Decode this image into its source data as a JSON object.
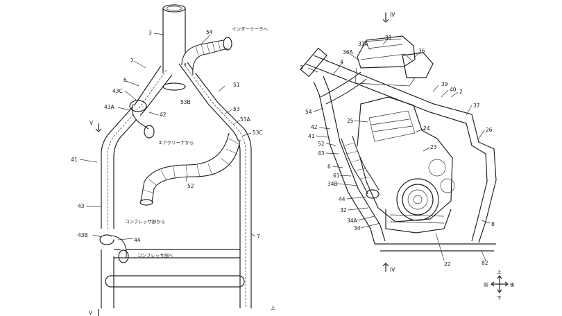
{
  "left_figure": {
    "labels": {
      "l3": "3",
      "l54": "54",
      "l2": "2",
      "l6": "6",
      "l51": "51",
      "l43C": "43C",
      "l43A": "43A",
      "l42": "42",
      "l53B": "53B",
      "l53": "53",
      "l53A": "53A",
      "l53C": "53C",
      "lV": "V",
      "l41": "41",
      "l52": "52",
      "l43": "43",
      "l43B": "43B",
      "l44": "44",
      "l7": "7",
      "lVbot": "V"
    },
    "notes": {
      "intercooler": "インタークーラへ",
      "air_cleaner": "エアクリーナから",
      "compressor_from": "コンプレッサ部から",
      "compressor_to": "コンプレッサ部へ"
    },
    "direction_up": "上"
  },
  "right_figure": {
    "labels": {
      "lIV": "IV",
      "l31": "31",
      "l31A": "31A",
      "l36A": "36A",
      "l36": "36",
      "l3": "3",
      "l4": "4",
      "l39": "39",
      "l40": "40",
      "l2": "2",
      "l37": "37",
      "l54": "54",
      "l25": "25",
      "l24": "24",
      "l26": "26",
      "l42": "42",
      "l41": "41",
      "l52": "52",
      "l23": "23",
      "l43": "43",
      "l6": "6",
      "l61": "61",
      "l34B": "34B",
      "l44": "44",
      "l32": "32",
      "l34A": "34A",
      "l34": "34",
      "l8": "8",
      "l22": "22",
      "l82": "82",
      "lIVbot": "IV"
    },
    "compass": {
      "up": "上",
      "down": "下",
      "front": "前",
      "rear": "後"
    }
  }
}
